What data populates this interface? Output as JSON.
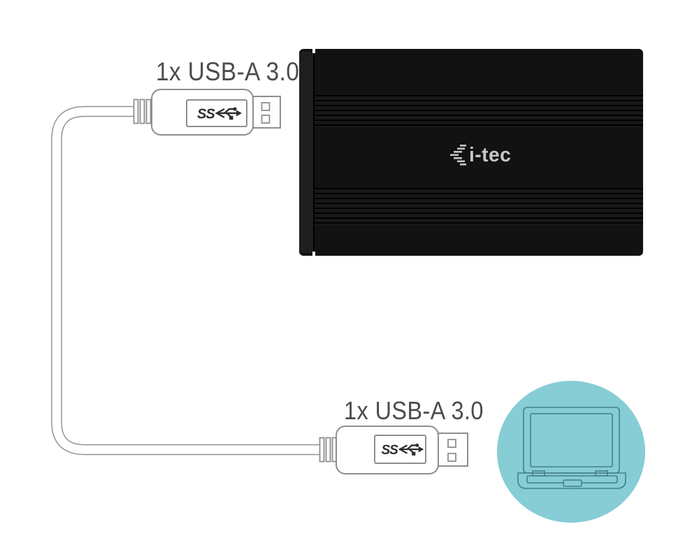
{
  "connections": {
    "top": {
      "label": "1x USB-A 3.0",
      "badge": "SS"
    },
    "bottom": {
      "label": "1x USB-A 3.0",
      "badge": "SS"
    }
  },
  "device": {
    "brand": "i-tec"
  },
  "colors": {
    "background": "#ffffff",
    "label_text": "#4c4c4c",
    "outline_gray": "#8e8e8e",
    "cable_gray": "#909090",
    "enclosure_body": "#121212",
    "enclosure_cap": "#1e1e1e",
    "logo_text": "#c6c6c6",
    "circle_teal": "#86cdd5",
    "laptop_line": "#44808b",
    "usb_symbol": "#2e2e2e"
  },
  "icons": {
    "superspeed": "superspeed-usb-icon",
    "usb_plug": "usb-plug-icon",
    "laptop": "laptop-icon",
    "brand_arrow": "itec-arrow-logo-icon"
  }
}
